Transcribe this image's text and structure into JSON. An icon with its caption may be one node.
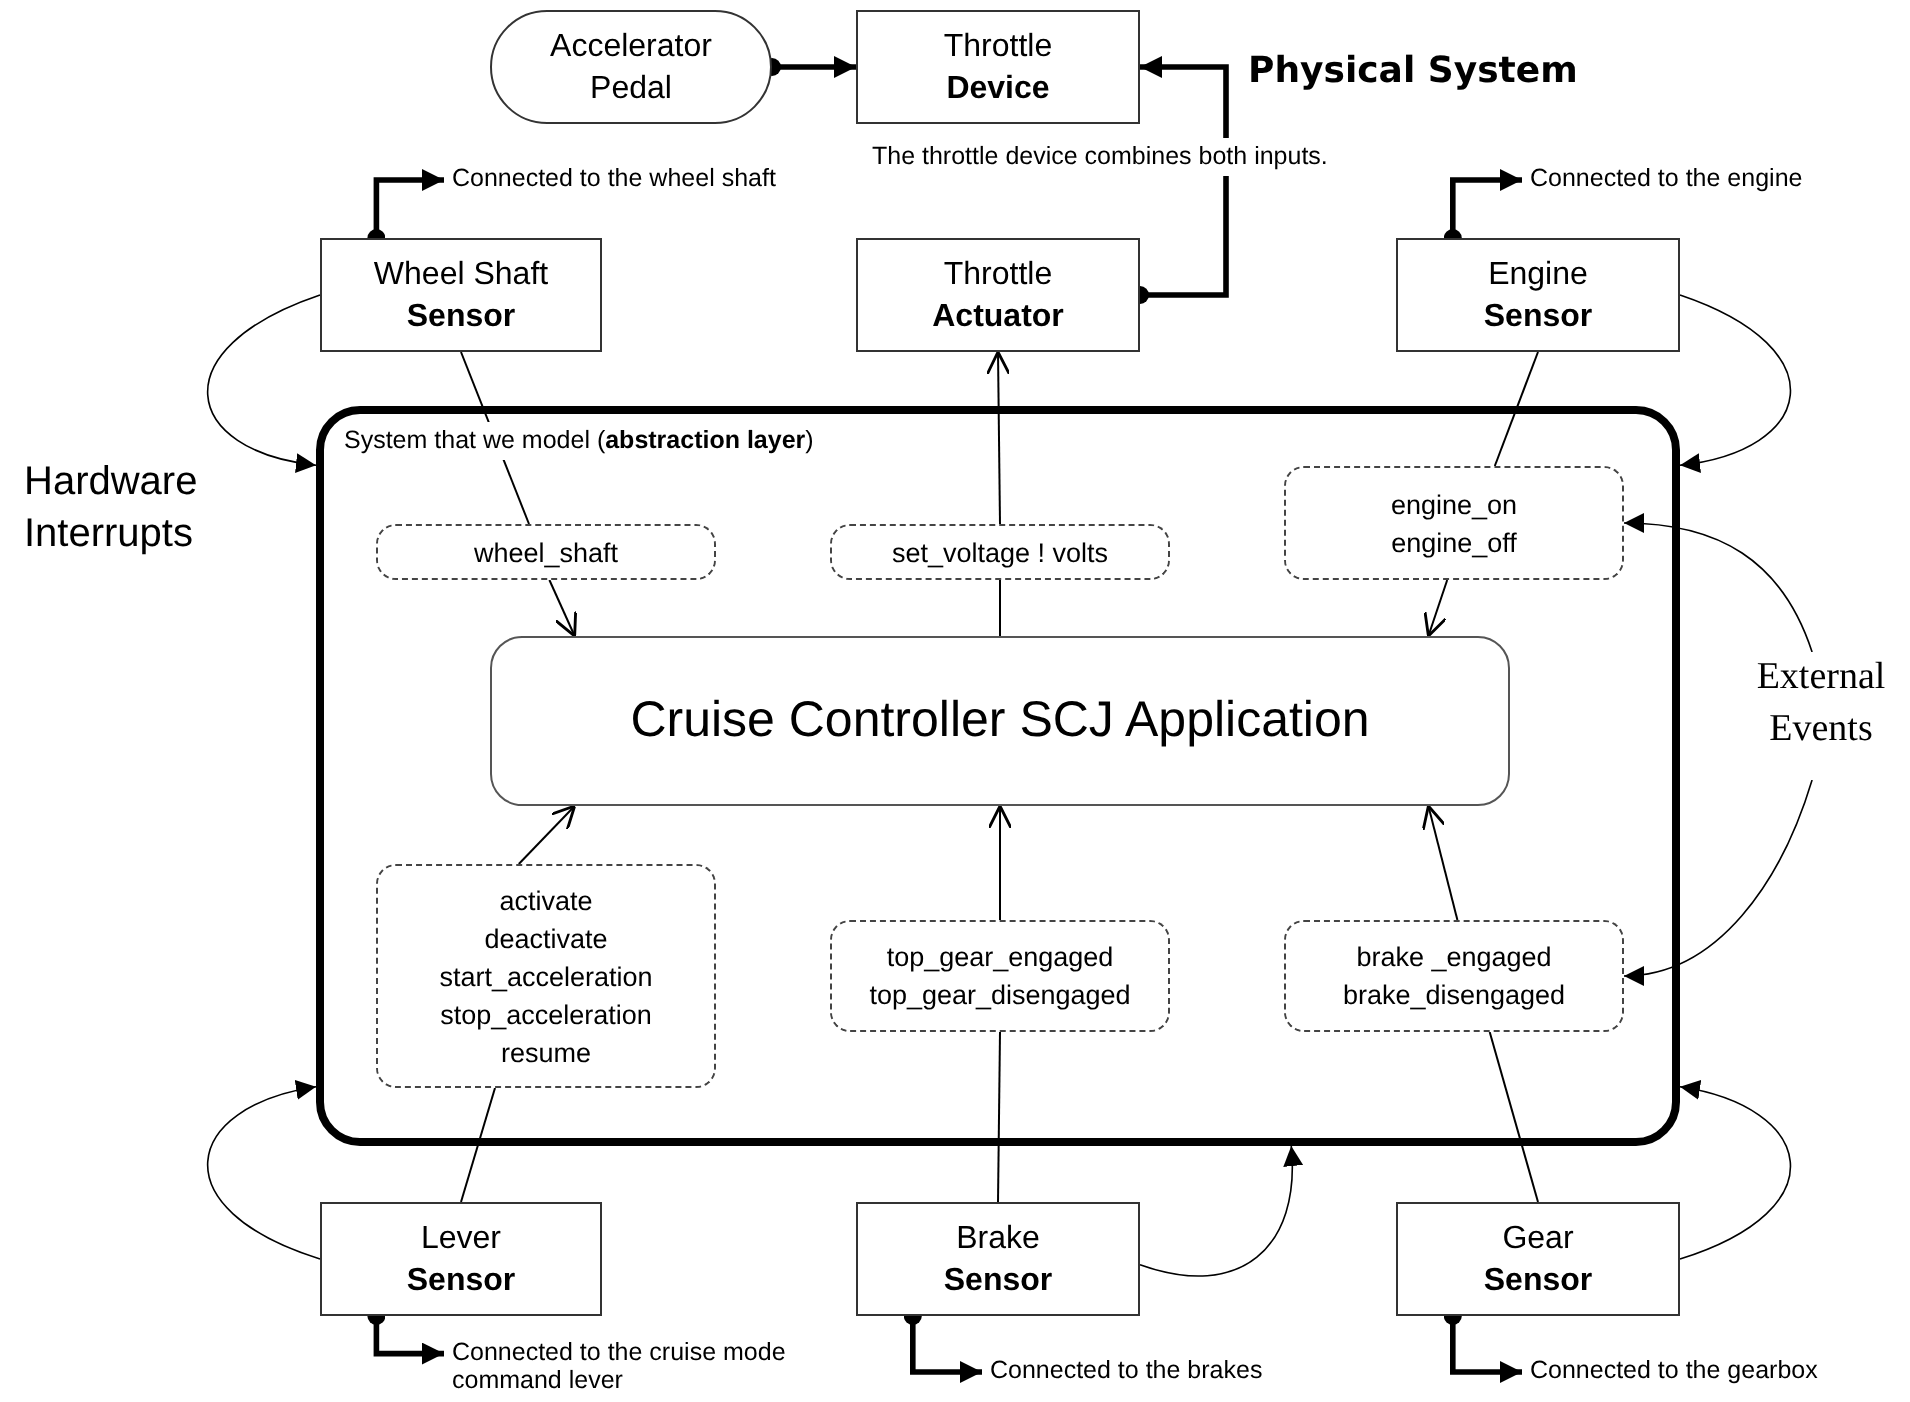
{
  "diagram": {
    "title": "Physical System",
    "nodes": [
      {
        "text": [
          "Accelerator Pedal"
        ]
      },
      {
        "text": [
          "Throttle **Device**"
        ]
      },
      {
        "text": [
          "Wheel Shaft **Sensor**"
        ]
      },
      {
        "text": [
          "Throttle **Actuator**"
        ]
      },
      {
        "text": [
          "Engine **Sensor**"
        ]
      },
      {
        "text": [
          "System that we model (**abstraction layer**)"
        ]
      },
      {
        "text": [
          "wheel_shaft"
        ],
        "in": 5
      },
      {
        "text": [
          "set_voltage ! volts"
        ],
        "in": 5
      },
      {
        "text": [
          "engine_on",
          "engine_off"
        ],
        "in": 5
      },
      {
        "text": [
          "Cruise Controller SCJ Application"
        ],
        "in": 5
      },
      {
        "text": [
          "activate",
          "deactivate",
          "start_acceleration",
          "stop_acceleration",
          "resume"
        ],
        "in": 5
      },
      {
        "text": [
          "top_gear_engaged",
          "top_gear_disengaged"
        ],
        "in": 5
      },
      {
        "text": [
          "brake _engaged",
          "brake_disengaged"
        ],
        "in": 5
      },
      {
        "text": [
          "Lever **Sensor**"
        ]
      },
      {
        "text": [
          "Brake **Sensor**"
        ]
      },
      {
        "text": [
          "Gear **Sensor**"
        ]
      },
      {
        "text": [
          "External Events"
        ]
      },
      {
        "text": [
          "Connected to the wheel shaft"
        ]
      },
      {
        "text": [
          "Connected to the engine"
        ]
      },
      {
        "text": [
          "Connected to the cruise mode command lever"
        ]
      },
      {
        "text": [
          "Connected to the brakes"
        ]
      },
      {
        "text": [
          "Connected to the gearbox"
        ]
      }
    ],
    "edges": [
      {
        "from": 0,
        "to": 1,
        "arrow": "to",
        "style": "thick"
      },
      {
        "from": 3,
        "to": 1,
        "arrow": "to",
        "style": "thick"
      },
      {
        "from": 2,
        "to": 17,
        "arrow": "to",
        "style": "thick"
      },
      {
        "from": 4,
        "to": 18,
        "arrow": "to",
        "style": "thick"
      },
      {
        "from": 13,
        "to": 19,
        "arrow": "to",
        "style": "thick"
      },
      {
        "from": 14,
        "to": 20,
        "arrow": "to",
        "style": "thick"
      },
      {
        "from": 15,
        "to": 21,
        "arrow": "to",
        "style": "thick"
      },
      {
        "from": 2,
        "to": 6,
        "arrow": "none"
      },
      {
        "from": 6,
        "to": 9,
        "arrow": "to"
      },
      {
        "from": 4,
        "to": 8,
        "arrow": "none"
      },
      {
        "from": 8,
        "to": 9,
        "arrow": "to"
      },
      {
        "from": 9,
        "to": 7,
        "arrow": "none"
      },
      {
        "from": 7,
        "to": 3,
        "arrow": "to"
      },
      {
        "from": 13,
        "to": 10,
        "arrow": "none"
      },
      {
        "from": 10,
        "to": 9,
        "arrow": "to"
      },
      {
        "from": 14,
        "to": 11,
        "arrow": "none"
      },
      {
        "from": 11,
        "to": 9,
        "arrow": "to"
      },
      {
        "from": 15,
        "to": 12,
        "arrow": "none"
      },
      {
        "from": 12,
        "to": 9,
        "arrow": "to"
      },
      {
        "from": 2,
        "to": 5,
        "arrow": "to"
      },
      {
        "from": 4,
        "to": 5,
        "arrow": "to"
      },
      {
        "from": 13,
        "to": 5,
        "arrow": "to"
      },
      {
        "from": 14,
        "to": 5,
        "arrow": "to"
      },
      {
        "from": 15,
        "to": 5,
        "arrow": "to"
      },
      {
        "from": 16,
        "to": 8,
        "arrow": "to"
      },
      {
        "from": 16,
        "to": 12,
        "arrow": "to"
      }
    ],
    "labels": [
      "The throttle device combines both inputs.",
      "Hardware Interrupts"
    ]
  }
}
